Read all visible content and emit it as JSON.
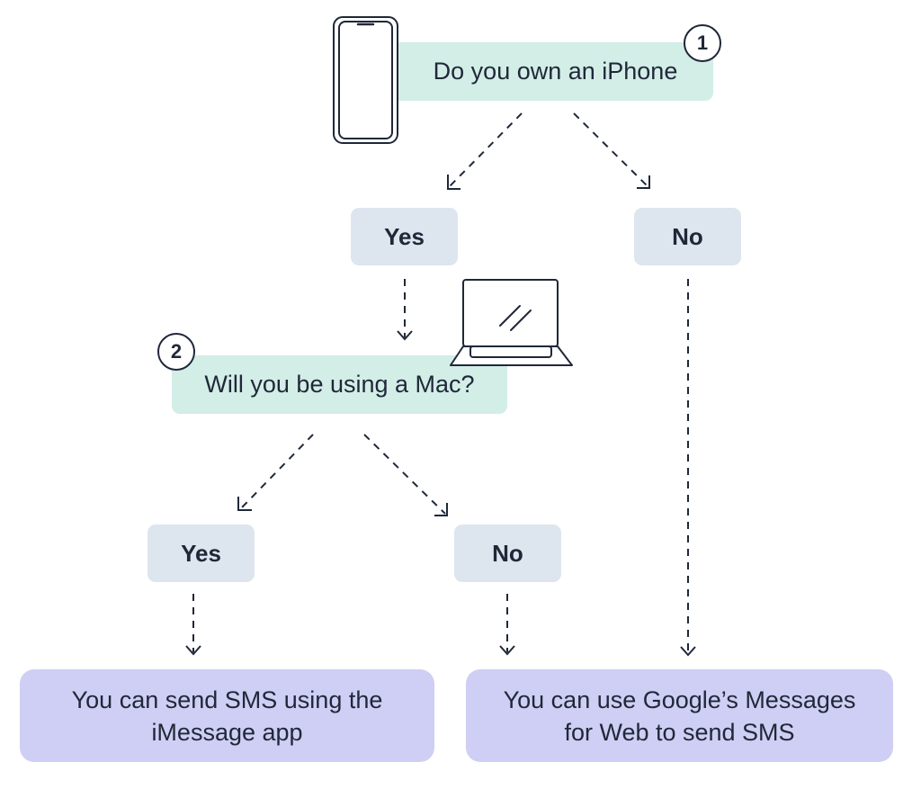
{
  "question1": {
    "number": "1",
    "text": "Do you own an iPhone"
  },
  "question2": {
    "number": "2",
    "text": "Will you be using a Mac?"
  },
  "answers": {
    "q1_yes": "Yes",
    "q1_no": "No",
    "q2_yes": "Yes",
    "q2_no": "No"
  },
  "results": {
    "imessage": [
      "You can send SMS using the",
      "iMessage app"
    ],
    "google_messages": [
      "You can use Google’s Messages",
      "for Web to send SMS"
    ]
  },
  "icons": [
    "phone-icon",
    "laptop-icon"
  ],
  "colors": {
    "question_bg": "#d3ede7",
    "answer_bg": "#dde6ee",
    "result_bg": "#cfcef4",
    "ink": "#1f2838"
  }
}
